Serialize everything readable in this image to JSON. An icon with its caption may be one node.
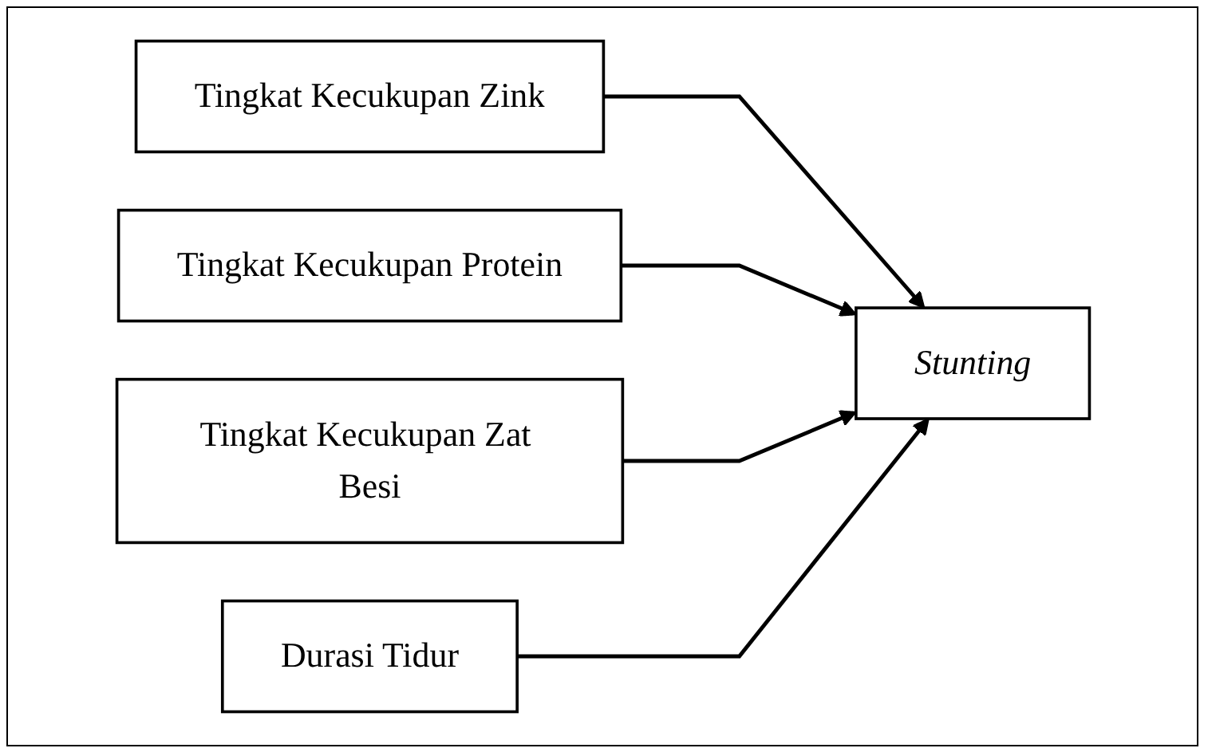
{
  "diagram": {
    "nodes": [
      {
        "text": [
          "Tingkat Kecukupan Zink"
        ]
      },
      {
        "text": [
          "Tingkat Kecukupan Protein"
        ]
      },
      {
        "text": [
          "Tingkat Kecukupan Zat Besi"
        ]
      },
      {
        "text": [
          "Durasi Tidur"
        ]
      },
      {
        "text": [
          "Stunting"
        ]
      }
    ],
    "edges": [
      {
        "from": 0,
        "to": 4,
        "arrow": "to"
      },
      {
        "from": 1,
        "to": 4,
        "arrow": "to"
      },
      {
        "from": 2,
        "to": 4,
        "arrow": "to"
      },
      {
        "from": 3,
        "to": 4,
        "arrow": "to"
      }
    ]
  }
}
